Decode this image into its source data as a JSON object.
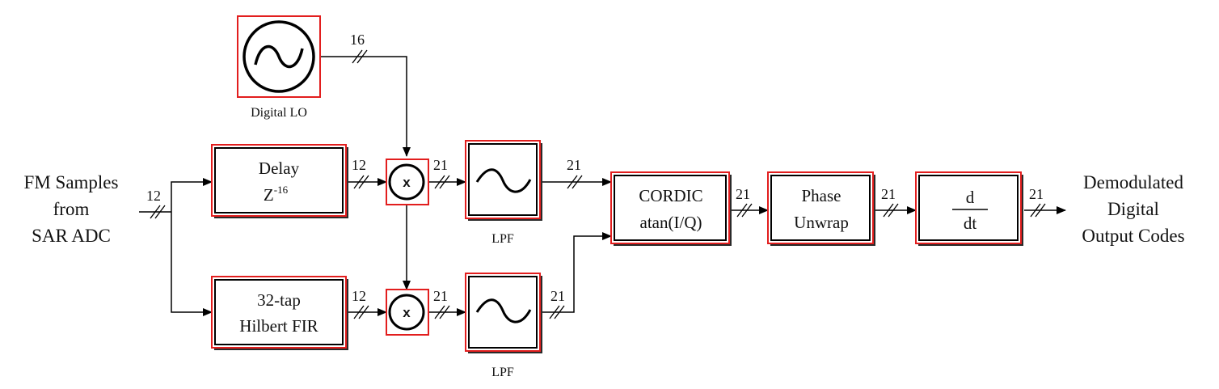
{
  "input": {
    "line1": "FM Samples",
    "line2": "from",
    "line3": "SAR ADC"
  },
  "output": {
    "line1": "Demodulated",
    "line2": "Digital",
    "line3": "Output Codes"
  },
  "lo": {
    "label": "Digital LO"
  },
  "delay": {
    "line1": "Delay",
    "base": "Z",
    "exp": "-16"
  },
  "hilbert": {
    "line1": "32-tap",
    "line2": "Hilbert FIR"
  },
  "mixer": {
    "symbol": "x"
  },
  "lpf": {
    "label": "LPF"
  },
  "cordic": {
    "line1": "CORDIC",
    "line2": "atan(I/Q)"
  },
  "unwrap": {
    "line1": "Phase",
    "line2": "Unwrap"
  },
  "deriv": {
    "num": "d",
    "den": "dt"
  },
  "bus_widths": {
    "input": "12",
    "lo": "16",
    "delay_out": "12",
    "hilbert_out": "12",
    "mixer_top_out": "21",
    "mixer_bot_out": "21",
    "lpf_top_out": "21",
    "lpf_bot_out": "21",
    "cordic_out": "21",
    "unwrap_out": "21",
    "deriv_out": "21"
  }
}
